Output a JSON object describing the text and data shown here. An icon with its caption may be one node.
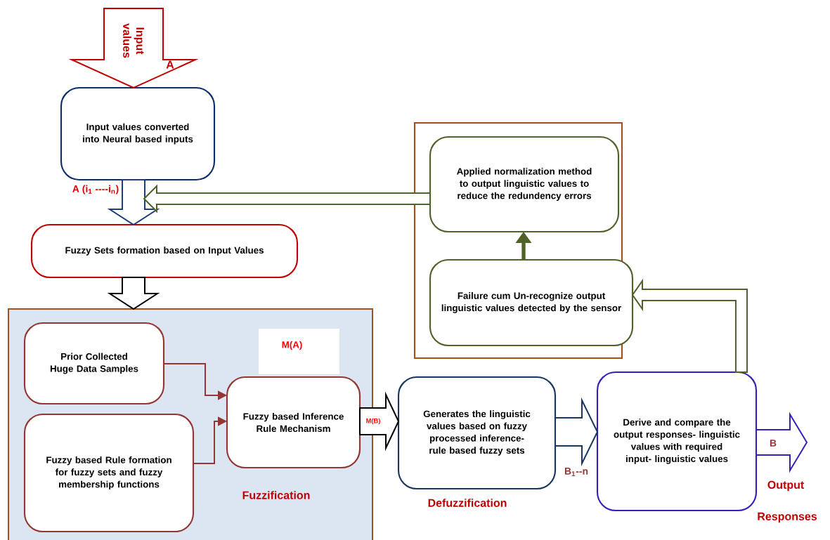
{
  "diagram": {
    "nodes": [
      {
        "text": [
          "Input values converted into Neural based inputs"
        ]
      },
      {
        "text": [
          "Fuzzy Sets formation based on Input Values"
        ]
      },
      {
        "text": [
          "Fuzzification"
        ]
      },
      {
        "text": [
          "Prior Collected Huge Data Samples"
        ],
        "in": 2
      },
      {
        "text": [
          "Fuzzy based Rule formation for fuzzy sets and fuzzy membership functions"
        ],
        "in": 2
      },
      {
        "text": [
          "M(A)"
        ],
        "in": 2
      },
      {
        "text": [
          "Fuzzy based Inference Rule Mechanism"
        ],
        "in": 2
      },
      {
        "text": [],
        "shape": "box"
      },
      {
        "text": [
          "Applied normalization method to output linguistic values to reduce the redundency errors"
        ],
        "in": 7
      },
      {
        "text": [
          "Failure cum Un-recognize output linguistic values detected by the sensor"
        ],
        "in": 7
      },
      {
        "text": [
          "Generates the linguistic values based on fuzzy processed inference-rule based fuzzy sets"
        ],
        "beside": [
          "Defuzzification"
        ]
      },
      {
        "text": [
          "Derive and compare the output responses- linguistic values with required input- linguistic values"
        ]
      }
    ],
    "edges": [
      {
        "from": null,
        "to": 0,
        "arrow": "to",
        "label": "Input values",
        "color": "#c00000"
      },
      {
        "from": 0,
        "to": 1,
        "arrow": "to",
        "label": "A (i$_{1}$ ----i$_{n}$)",
        "color": "#1f3d7a"
      },
      {
        "from": 8,
        "to": null,
        "arrow": "to",
        "color": "#4f6228"
      },
      {
        "from": 1,
        "to": 2,
        "arrow": "to",
        "color": "#000000"
      },
      {
        "from": 3,
        "to": 6,
        "arrow": "to",
        "color": "#943634"
      },
      {
        "from": 4,
        "to": 6,
        "arrow": "to",
        "color": "#943634"
      },
      {
        "from": 6,
        "to": 10,
        "arrow": "to",
        "label": "M(B)",
        "color": "#000000"
      },
      {
        "from": 10,
        "to": 11,
        "arrow": "to",
        "label": "B$_{1}$--n",
        "color": "#17375e"
      },
      {
        "from": 11,
        "to": null,
        "arrow": "to",
        "label": "B",
        "color": "#3a1db8"
      },
      {
        "from": 11,
        "to": 9,
        "arrow": "to",
        "color": "#4f6228"
      },
      {
        "from": 9,
        "to": 8,
        "arrow": "to",
        "style": "thick",
        "color": "#4f6228"
      }
    ],
    "labels": [
      "A",
      "Output",
      "Responses"
    ]
  }
}
